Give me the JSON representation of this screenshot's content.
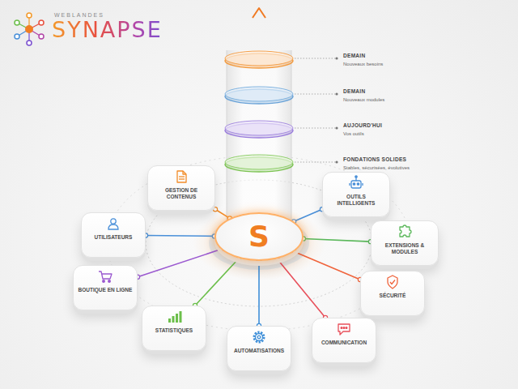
{
  "diagram": {
    "nodes": [
      {
        "text": [
          "S"
        ]
      },
      {
        "text": [
          "GESTION DE CONTENUS"
        ]
      },
      {
        "text": [
          "OUTILS INTELLIGENTS"
        ]
      },
      {
        "text": [
          "UTILISATEURS"
        ]
      },
      {
        "text": [
          "EXTENSIONS & MODULES"
        ]
      },
      {
        "text": [
          "BOUTIQUE EN LIGNE"
        ]
      },
      {
        "text": [
          "SÉCURITÉ"
        ]
      },
      {
        "text": [
          "STATISTIQUES"
        ]
      },
      {
        "text": [
          "COMMUNICATION"
        ]
      },
      {
        "text": [
          "AUTOMATISATIONS"
        ]
      }
    ],
    "edges": [
      {
        "from": 0,
        "to": 1,
        "arrow": "none"
      },
      {
        "from": 0,
        "to": 2,
        "arrow": "none"
      },
      {
        "from": 0,
        "to": 3,
        "arrow": "none"
      },
      {
        "from": 0,
        "to": 4,
        "arrow": "none"
      },
      {
        "from": 0,
        "to": 5,
        "arrow": "none"
      },
      {
        "from": 0,
        "to": 6,
        "arrow": "none"
      },
      {
        "from": 0,
        "to": 7,
        "arrow": "none"
      },
      {
        "from": 0,
        "to": 8,
        "arrow": "none"
      },
      {
        "from": 0,
        "to": 9,
        "arrow": "none"
      }
    ],
    "labels": [
      "WEBLANDES",
      "SYNAPSE",
      "DEMAIN",
      "Nouveaux besoins",
      "DEMAIN",
      "Nouveaux modules",
      "AUJOURD'HUI",
      "Vos outils",
      "FONDATIONS SOLIDES",
      "Stables, sécurisées, évolutives"
    ]
  }
}
